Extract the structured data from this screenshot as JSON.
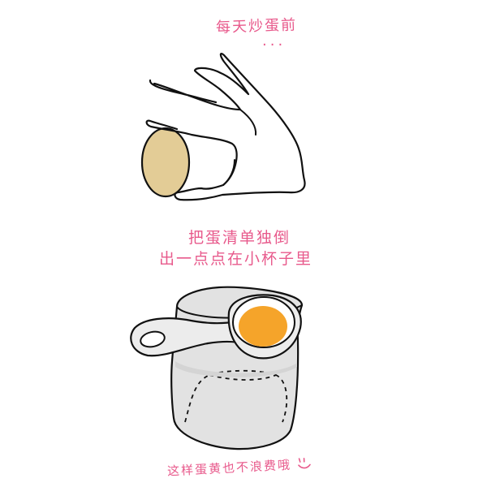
{
  "captions": {
    "top": "每天炒蛋前",
    "top_dots": "...",
    "middle_line1": "把蛋清单独倒",
    "middle_line2": "出一点点在小杯子里",
    "bottom": "这样蛋黄也不浪费哦"
  },
  "colors": {
    "text": "#e85a8c",
    "egg_shell": "#e3cc96",
    "yolk": "#f5a42a",
    "line": "#111111"
  }
}
